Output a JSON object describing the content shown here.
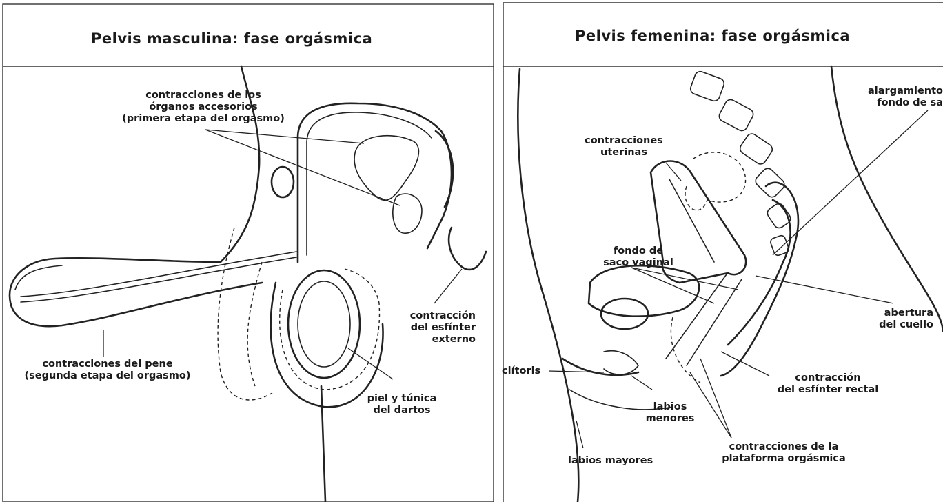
{
  "male": {
    "title": "Pelvis masculina: fase orgásmica",
    "labels": {
      "accessory_l1": "contracciones de los",
      "accessory_l2": "órganos accesorios",
      "accessory_l3": "(primera etapa del orgasmo)",
      "sphincter_l1": "contracción",
      "sphincter_l2": "del esfínter",
      "sphincter_l3": "externo",
      "penis_l1": "contracciones del pene",
      "penis_l2": "(segunda etapa del orgasmo)",
      "dartos_l1": "piel y túnica",
      "dartos_l2": "del dartos"
    }
  },
  "female": {
    "title": "Pelvis femenina: fase orgásmica",
    "labels": {
      "elong_l1": "alargamiento",
      "elong_l2": "fondo de sa",
      "uterine_l1": "contracciones",
      "uterine_l2": "uterinas",
      "fornix_l1": "fondo de",
      "fornix_l2": "saco vaginal",
      "cervix_l1": "abertura",
      "cervix_l2": "del cuello",
      "clitoris": "clítoris",
      "rectal_l1": "contracción",
      "rectal_l2": "del esfínter rectal",
      "minora_l1": "labios",
      "minora_l2": "menores",
      "platform_l1": "contracciones de la",
      "platform_l2": "plataforma orgásmica",
      "majora": "labios mayores"
    }
  }
}
